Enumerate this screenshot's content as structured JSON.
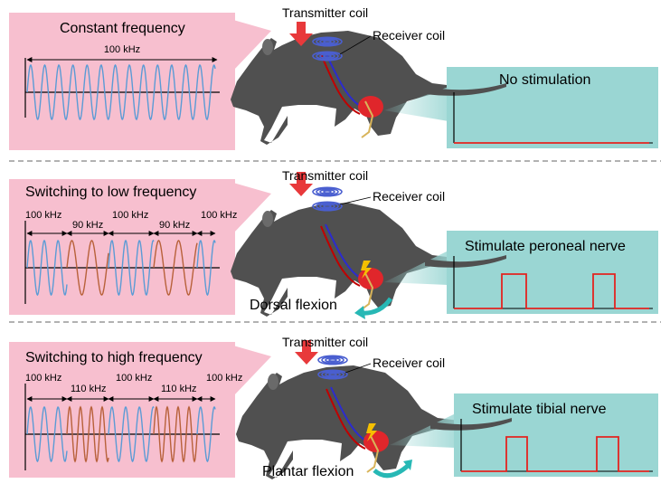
{
  "colors": {
    "pink_panel": "#f7bfcf",
    "teal_panel": "#9ad6d3",
    "wave_blue": "#5b9bd5",
    "wave_brown": "#b8613a",
    "pulse_red": "#e32420",
    "arrow_red": "#e8393b",
    "coil_blue": "#4a5fd0",
    "rat_gray": "#505050",
    "flex_arrow": "#27b8b5"
  },
  "icons": [
    "rat-silhouette",
    "transmitter-coil-icon",
    "receiver-coil-icon",
    "red-down-arrow-icon",
    "lightning-icon",
    "curved-arrow-icon"
  ],
  "panels": [
    {
      "left_title": "Constant frequency",
      "freq_labels": [
        "100 kHz"
      ],
      "transmitter_label": "Transmitter coil",
      "receiver_label": "Receiver coil",
      "right_title": "No stimulation",
      "flexion_label": ""
    },
    {
      "left_title": "Switching to low frequency",
      "freq_labels": [
        "100 kHz",
        "90 kHz",
        "100 kHz",
        "90 kHz",
        "100 kHz"
      ],
      "transmitter_label": "Transmitter coil",
      "receiver_label": "Receiver coil",
      "right_title": "Stimulate peroneal nerve",
      "flexion_label": "Dorsal flexion"
    },
    {
      "left_title": "Switching to high frequency",
      "freq_labels": [
        "100 kHz",
        "110 kHz",
        "100 kHz",
        "110 kHz",
        "100 kHz"
      ],
      "transmitter_label": "Transmitter coil",
      "receiver_label": "Receiver coil",
      "right_title": "Stimulate tibial nerve",
      "flexion_label": "Plantar flexion"
    }
  ]
}
